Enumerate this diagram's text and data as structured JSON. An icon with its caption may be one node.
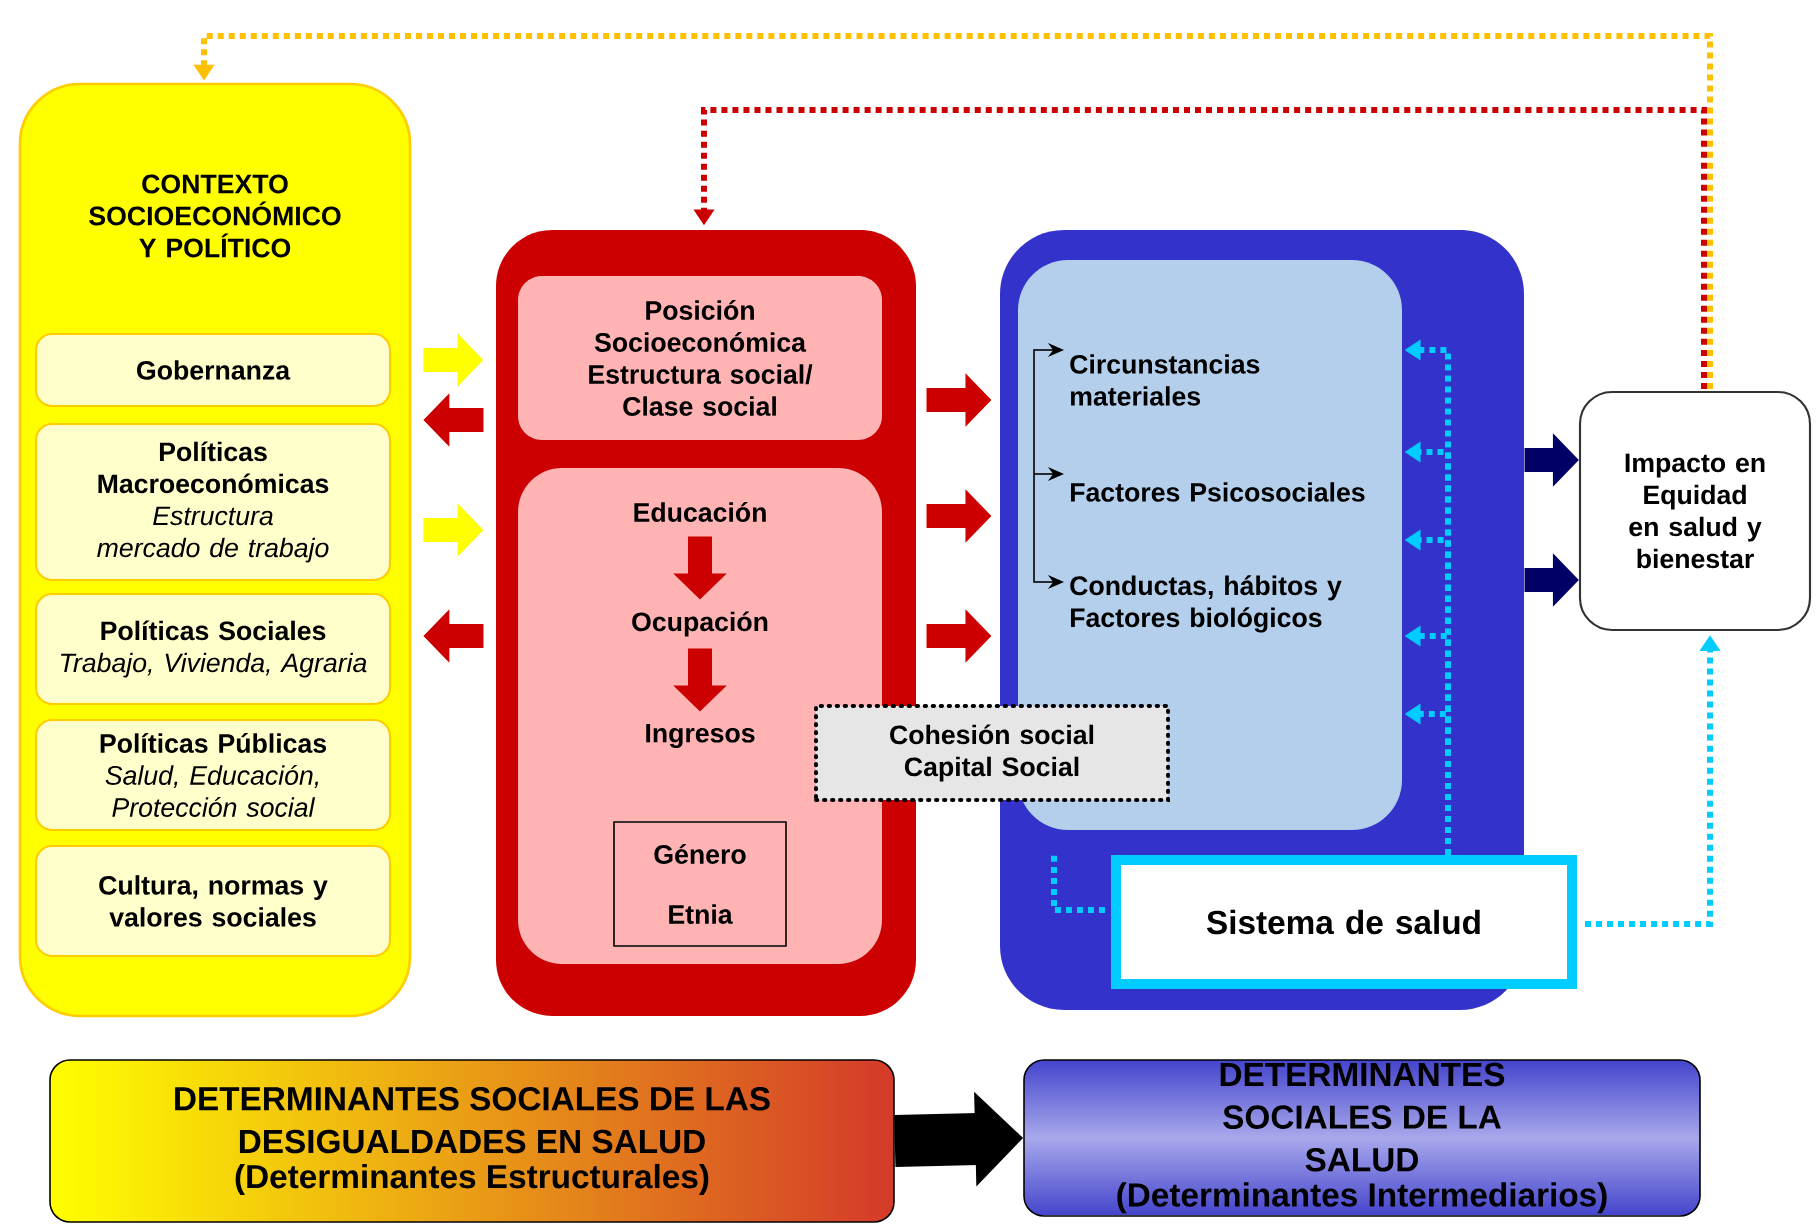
{
  "diagram": {
    "nodes": [
      {
        "text": [
          "CONTEXTO SOCIOECONÓMICO Y POLÍTICO"
        ]
      },
      {
        "text": [
          "Gobernanza"
        ],
        "in": 0
      },
      {
        "text": [
          "Políticas Macroeconómicas",
          "Estructura mercado de trabajo"
        ],
        "in": 0
      },
      {
        "text": [
          "Políticas Sociales",
          "Trabajo, Vivienda, Agraria"
        ],
        "in": 0
      },
      {
        "text": [
          "Políticas Públicas",
          "Salud, Educación, Protección social"
        ],
        "in": 0
      },
      {
        "text": [
          "Cultura, normas y valores sociales"
        ],
        "in": 0
      },
      {
        "text": [],
        "shape": "box"
      },
      {
        "text": [
          "Posición Socioeconómica Estructura social/ Clase social"
        ],
        "in": 6
      },
      {
        "text": [],
        "shape": "box",
        "in": 6
      },
      {
        "text": [
          "Educación"
        ],
        "in": 8
      },
      {
        "text": [
          "Ocupación"
        ],
        "in": 8
      },
      {
        "text": [
          "Ingresos"
        ],
        "in": 8
      },
      {
        "text": [
          "Género",
          "Etnia"
        ],
        "in": 8
      },
      {
        "text": [
          "Cohesión social Capital Social"
        ]
      },
      {
        "text": [],
        "shape": "box"
      },
      {
        "text": [],
        "shape": "box",
        "in": 14
      },
      {
        "text": [
          "Circunstancias materiales"
        ],
        "in": 15
      },
      {
        "text": [
          "Factores Psicosociales"
        ],
        "in": 15
      },
      {
        "text": [
          "Conductas, hábitos y Factores biológicos"
        ],
        "in": 15
      },
      {
        "text": [
          "Sistema de salud"
        ]
      },
      {
        "text": [
          "Impacto en Equidad en salud y bienestar"
        ]
      },
      {
        "text": [
          "DETERMINANTES SOCIALES DE LAS DESIGUALDADES EN SALUD",
          "(Determinantes Estructurales)"
        ]
      },
      {
        "text": [
          "DETERMINANTES SOCIALES DE LA SALUD",
          "(Determinantes Intermediarios)"
        ]
      }
    ],
    "edges": [
      {
        "from": 0,
        "to": 6,
        "arrow": "to",
        "style": "thick",
        "color": "#ffff00"
      },
      {
        "from": 6,
        "to": 0,
        "arrow": "to",
        "style": "thick",
        "color": "#cc0000"
      },
      {
        "from": 0,
        "to": 6,
        "arrow": "to",
        "style": "thick",
        "color": "#ffff00"
      },
      {
        "from": 6,
        "to": 0,
        "arrow": "to",
        "style": "thick",
        "color": "#cc0000"
      },
      {
        "from": 9,
        "to": 10,
        "arrow": "to",
        "style": "thick",
        "color": "#cc0000"
      },
      {
        "from": 10,
        "to": 11,
        "arrow": "to",
        "style": "thick",
        "color": "#cc0000"
      },
      {
        "from": 6,
        "to": 14,
        "arrow": "to",
        "style": "thick",
        "color": "#cc0000"
      },
      {
        "from": 6,
        "to": 14,
        "arrow": "to",
        "style": "thick",
        "color": "#cc0000"
      },
      {
        "from": 6,
        "to": 14,
        "arrow": "to",
        "style": "thick",
        "color": "#cc0000"
      },
      {
        "from": null,
        "to": 16,
        "arrow": "to",
        "color": "#000000"
      },
      {
        "from": null,
        "to": 17,
        "arrow": "to",
        "color": "#000000"
      },
      {
        "from": null,
        "to": 18,
        "arrow": "to",
        "color": "#000000"
      },
      {
        "from": 19,
        "to": 15,
        "arrow": "to",
        "style": "dashed",
        "color": "#00ccff"
      },
      {
        "from": 19,
        "to": 15,
        "arrow": "to",
        "style": "dashed",
        "color": "#00ccff"
      },
      {
        "from": 19,
        "to": 15,
        "arrow": "to",
        "style": "dashed",
        "color": "#00ccff"
      },
      {
        "from": 19,
        "to": 15,
        "arrow": "to",
        "style": "dashed",
        "color": "#00ccff"
      },
      {
        "from": 19,
        "to": 15,
        "arrow": "to",
        "style": "dashed",
        "color": "#00ccff"
      },
      {
        "from": 19,
        "to": 15,
        "arrow": "none",
        "style": "dashed",
        "color": "#00ccff"
      },
      {
        "from": 14,
        "to": 20,
        "arrow": "to",
        "style": "thick",
        "color": "#000066"
      },
      {
        "from": 14,
        "to": 20,
        "arrow": "to",
        "style": "thick",
        "color": "#000066"
      },
      {
        "from": 19,
        "to": 20,
        "arrow": "to",
        "style": "dashed",
        "color": "#00ccff"
      },
      {
        "from": 20,
        "to": 0,
        "arrow": "to",
        "style": "dashed",
        "color": "#ffc000"
      },
      {
        "from": 20,
        "to": 6,
        "arrow": "to",
        "style": "dashed",
        "color": "#cc0000"
      },
      {
        "from": 21,
        "to": 22,
        "arrow": "to",
        "style": "thick",
        "color": "#000000"
      }
    ]
  }
}
